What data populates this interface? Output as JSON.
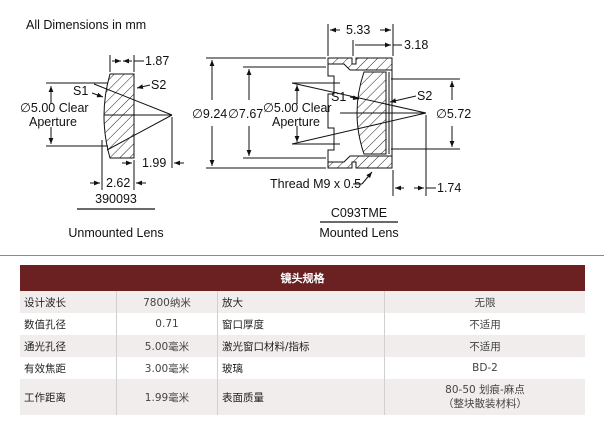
{
  "drawing": {
    "units_note": "All Dimensions in mm",
    "unmounted": {
      "part_number": "390093",
      "caption": "Unmounted Lens",
      "thickness": "1.87",
      "center_thickness": "2.62",
      "working_distance": "1.99",
      "clear_aperture_line1": "∅5.00 Clear",
      "clear_aperture_line2": "Aperture",
      "surface1": "S1",
      "surface2": "S2"
    },
    "mounted": {
      "part_number": "C093TME",
      "caption": "Mounted Lens",
      "length": "5.33",
      "front_length": "3.18",
      "outer_diameter": "∅9.24",
      "inner_diameter": "∅7.67",
      "clear_aperture_line1": "∅5.00 Clear",
      "clear_aperture_line2": "Aperture",
      "exit_diameter": "∅5.72",
      "working_distance": "1.74",
      "thread": "Thread M9 x 0.5",
      "surface1": "S1",
      "surface2": "S2"
    }
  },
  "spec_table": {
    "title": "镜头规格",
    "rows": [
      {
        "k1": "设计波长",
        "v1": "7800纳米",
        "k2": "放大",
        "v2": [
          "无限"
        ]
      },
      {
        "k1": "数值孔径",
        "v1": "0.71",
        "k2": "窗口厚度",
        "v2": [
          "不适用"
        ]
      },
      {
        "k1": "通光孔径",
        "v1": "5.00毫米",
        "k2": "激光窗口材料/指标",
        "v2": [
          "不适用"
        ]
      },
      {
        "k1": "有效焦距",
        "v1": "3.00毫米",
        "k2": "玻璃",
        "v2": [
          "BD-2"
        ]
      },
      {
        "k1": "工作距离",
        "v1": "1.99毫米",
        "k2": "表面质量",
        "v2": [
          "80-50 划痕-麻点",
          "（整块散装材料）"
        ]
      }
    ]
  },
  "colors": {
    "header_bg": "#6b2122",
    "row_alt_bg": "#f2eded"
  }
}
